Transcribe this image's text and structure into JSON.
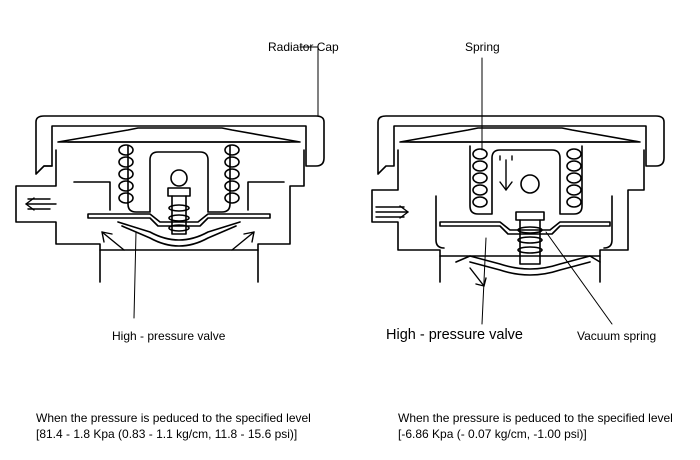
{
  "labels": {
    "radiator_cap": "Radiator Cap",
    "spring": "Spring",
    "high_pressure_valve_left": "High -  pressure valve",
    "high_pressure_valve_right": "High -  pressure valve",
    "vacuum_spring": "Vacuum spring"
  },
  "captions": {
    "left": {
      "line1": "When the pressure is peduced to the specified level",
      "line2": "[81.4 - 1.8 Kpa (0.83 - 1.1 kg/cm, 11.8 - 15.6 psi)]"
    },
    "right": {
      "line1": "When the pressure is peduced to the specified level",
      "line2": "[-6.86 Kpa (- 0.07 kg/cm, -1.00 psi)]"
    }
  }
}
